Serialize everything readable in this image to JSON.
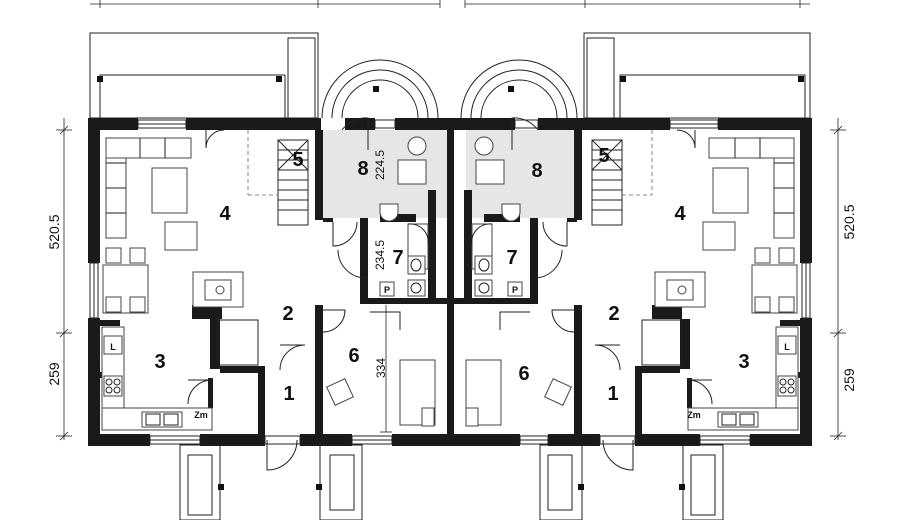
{
  "rooms": {
    "left": {
      "r1": "1",
      "r2": "2",
      "r3": "3",
      "r4": "4",
      "r5": "5",
      "r6": "6",
      "r7": "7",
      "r8": "8"
    },
    "right": {
      "r1": "1",
      "r2": "2",
      "r3": "3",
      "r4": "4",
      "r5": "5",
      "r6": "6",
      "r7": "7",
      "r8": "8"
    }
  },
  "dimensions": {
    "left_total": "520.5",
    "left_kitchen": "259",
    "right_total": "520.5",
    "right_kitchen": "259",
    "room8_height": "224.5",
    "room7_height": "234.5",
    "room6_height": "334"
  },
  "labels": {
    "fridge": "L",
    "boiler": "Zm",
    "pantry": "P"
  }
}
